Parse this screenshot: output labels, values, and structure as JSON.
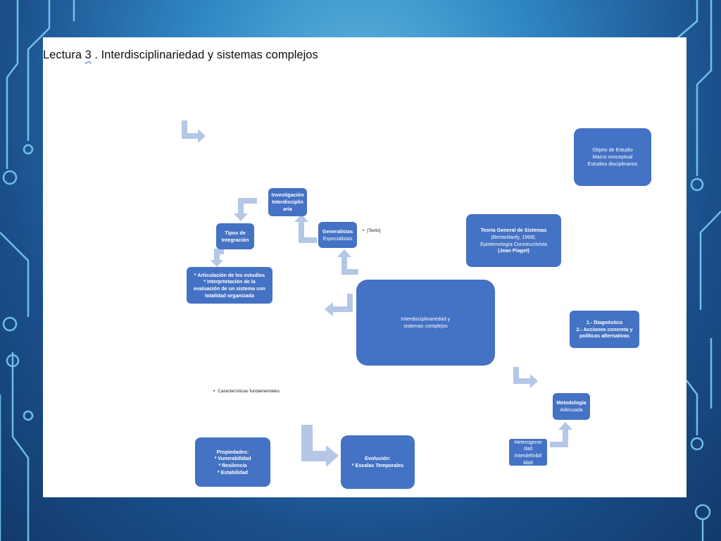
{
  "slide": {
    "title_prefix": "Lectura ",
    "title_number": "3",
    "title_suffix": " . Interdisciplinariedad y sistemas complejos"
  },
  "nodes": {
    "objeto": {
      "lines": [
        "Objeto de Estudio",
        "Marco conceptual",
        "Estudios disciplinarios"
      ]
    },
    "investigacion": {
      "lines": [
        "Investigación",
        "Interdisciplin",
        "aria"
      ]
    },
    "tipos": {
      "lines": [
        "Tipos de",
        "Integración"
      ]
    },
    "generalistas": {
      "lines": [
        "Generalistas",
        "Especialistas"
      ]
    },
    "teoria": {
      "lines": [
        "Teoría General de Sistemas",
        "(Bertanllanfy, 1968).",
        "Epistemología Constructivista",
        "(Jean Piaget)"
      ]
    },
    "articulacion": {
      "lines": [
        "* Articulación  de los estudios",
        "* Interprtetación de la",
        "evaluación  de un sistema  con",
        "totalidad organizada"
      ]
    },
    "central": {
      "lines": [
        "Interdisciplinariedad y",
        "sistemas complejos"
      ]
    },
    "diagnostico": {
      "lines": [
        "1.- Diagnóstico",
        "2.- Acciones concreta y",
        "políticas alternativas"
      ]
    },
    "metodologia": {
      "lines": [
        "Metodología",
        "Adecuada"
      ]
    },
    "heterogeneidad": {
      "lines": [
        "Heterogenei",
        "dad",
        "Interdefinibil",
        "idad"
      ]
    },
    "propiedades": {
      "lines": [
        "Propiedades:",
        "* Vunerabilidad",
        "* Resilencia",
        "* Estabilidad"
      ]
    },
    "evolucion": {
      "lines": [
        "Evolución:",
        "* Escalas Temporales"
      ]
    }
  },
  "bullets": {
    "texto": "[Texto]",
    "caracteristicas": "Características fundamentales"
  },
  "colors": {
    "node": "#4472c4",
    "arrow": "#b4c7e7"
  }
}
